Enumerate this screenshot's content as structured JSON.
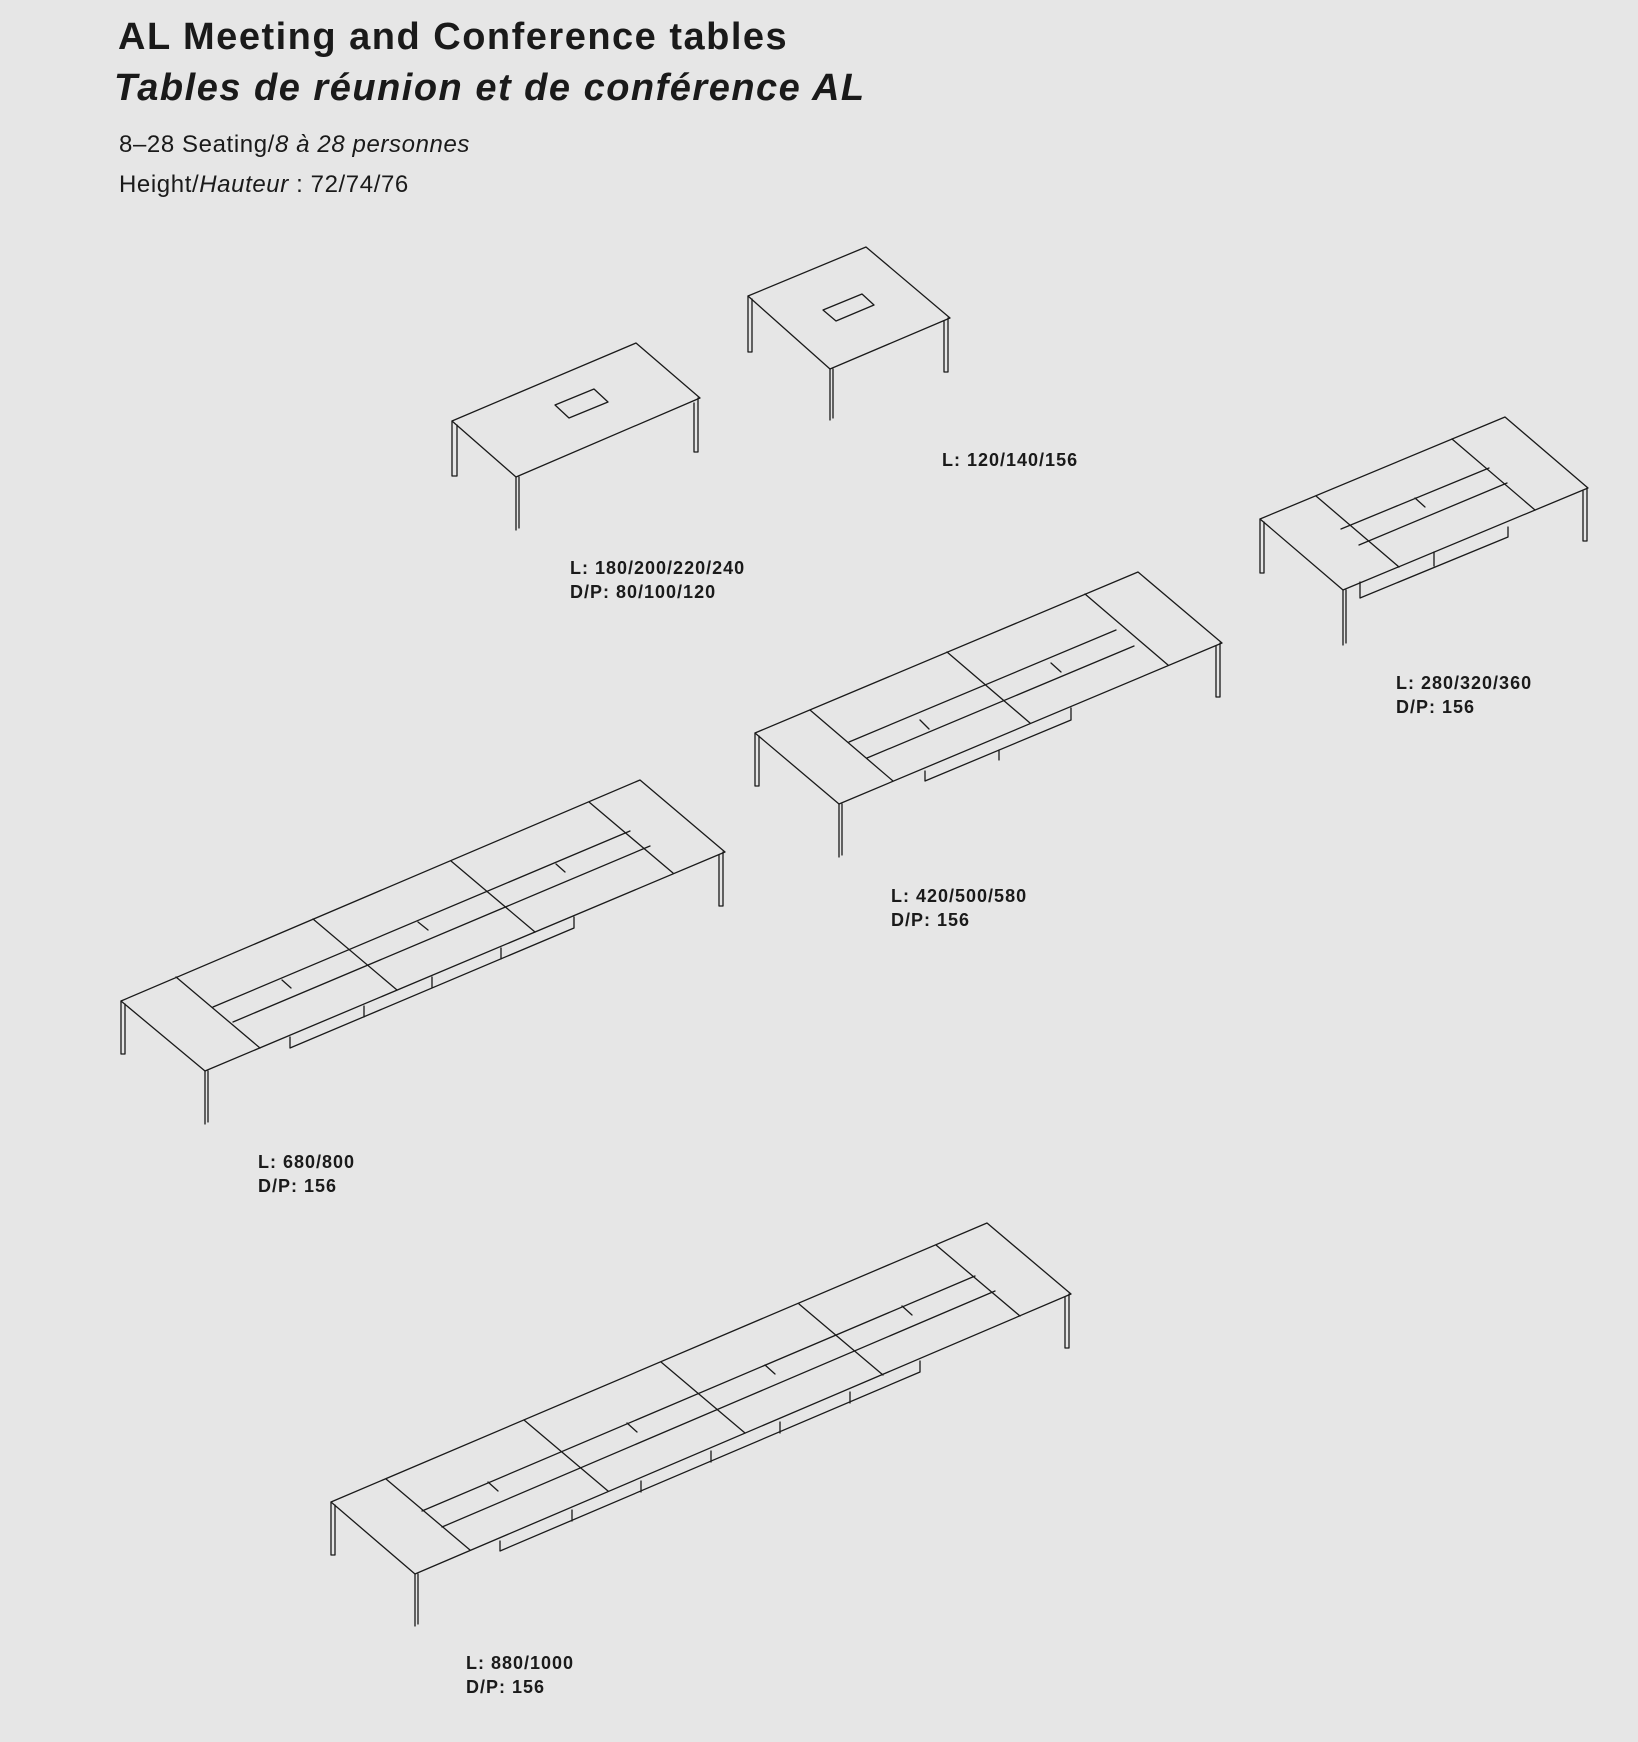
{
  "header": {
    "title_en": "AL Meeting and Conference tables",
    "title_fr": "Tables de réunion et de conférence AL",
    "seating_prefix": "8–28 Seating/",
    "seating_fr": "8 à 28 personnes",
    "height_prefix": "Height/",
    "height_fr": "Hauteur",
    "height_values": " : 72/74/76"
  },
  "tables": [
    {
      "length": "L: 180/200/220/240",
      "depth": "D/P: 80/100/120"
    },
    {
      "length": "L: 120/140/156"
    },
    {
      "length": "L: 280/320/360",
      "depth": "D/P: 156"
    },
    {
      "length": "L: 420/500/580",
      "depth": "D/P: 156"
    },
    {
      "length": "L: 680/800",
      "depth": "D/P: 156"
    },
    {
      "length": "L: 880/1000",
      "depth": "D/P: 156"
    }
  ]
}
